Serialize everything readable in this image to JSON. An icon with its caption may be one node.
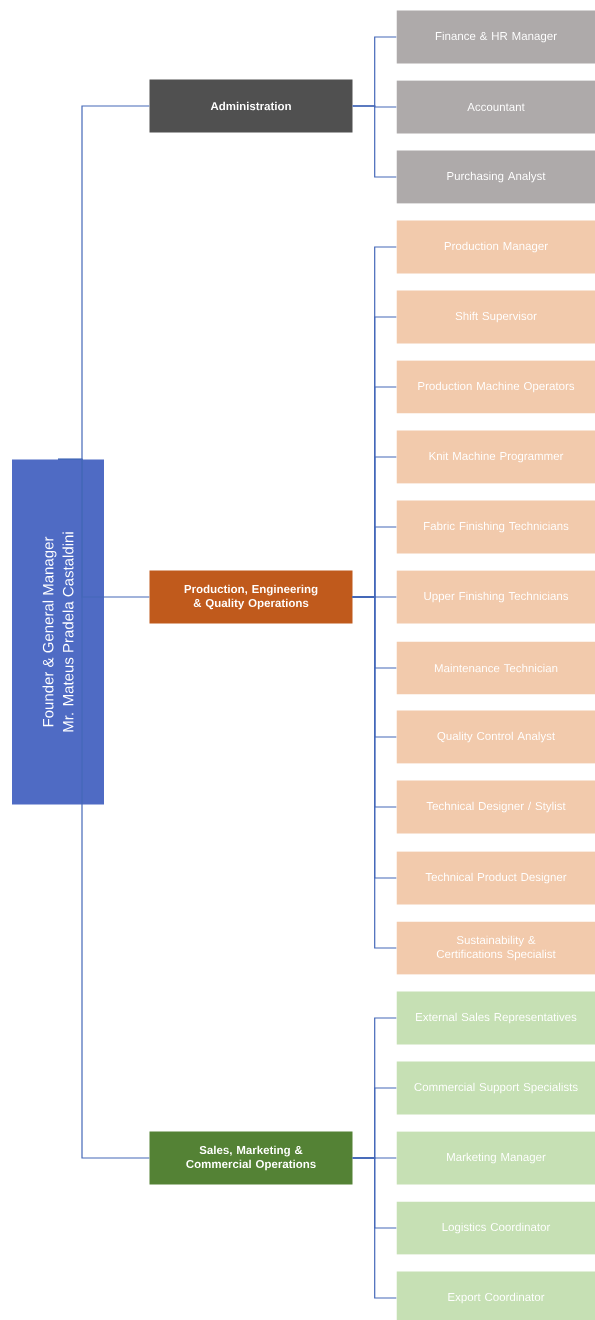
{
  "diagram": {
    "nodes": [
      {
        "text": [
          "Founder & General Manager",
          "Mr. Mateus Pradela Castaldini"
        ]
      },
      {
        "text": [
          "Administration"
        ]
      },
      {
        "text": [
          "Finance & HR Manager"
        ]
      },
      {
        "text": [
          "Accountant"
        ]
      },
      {
        "text": [
          "Purchasing Analyst"
        ]
      },
      {
        "text": [
          "Production, Engineering & Quality Operations"
        ]
      },
      {
        "text": [
          "Production Manager"
        ]
      },
      {
        "text": [
          "Shift Supervisor"
        ]
      },
      {
        "text": [
          "Production Machine Operators"
        ]
      },
      {
        "text": [
          "Knit Machine Programmer"
        ]
      },
      {
        "text": [
          "Fabric Finishing Technicians"
        ]
      },
      {
        "text": [
          "Upper Finishing Technicians"
        ]
      },
      {
        "text": [
          "Maintenance Technician"
        ]
      },
      {
        "text": [
          "Quality Control Analyst"
        ]
      },
      {
        "text": [
          "Technical Designer / Stylist"
        ]
      },
      {
        "text": [
          "Technical Product Designer"
        ]
      },
      {
        "text": [
          "Sustainability & Certifications Specialist"
        ]
      },
      {
        "text": [
          "Sales, Marketing & Commercial Operations"
        ]
      },
      {
        "text": [
          "External Sales Representatives"
        ]
      },
      {
        "text": [
          "Commercial Support Specialists"
        ]
      },
      {
        "text": [
          "Marketing Manager"
        ]
      },
      {
        "text": [
          "Logistics Coordinator"
        ]
      },
      {
        "text": [
          "Export Coordinator"
        ]
      }
    ],
    "edges": [
      {
        "from": 0,
        "to": 1,
        "arrow": "none"
      },
      {
        "from": 0,
        "to": 5,
        "arrow": "none"
      },
      {
        "from": 0,
        "to": 17,
        "arrow": "none"
      },
      {
        "from": 1,
        "to": 2,
        "arrow": "none"
      },
      {
        "from": 1,
        "to": 3,
        "arrow": "none"
      },
      {
        "from": 1,
        "to": 4,
        "arrow": "none"
      },
      {
        "from": 5,
        "to": 6,
        "arrow": "none"
      },
      {
        "from": 5,
        "to": 7,
        "arrow": "none"
      },
      {
        "from": 5,
        "to": 8,
        "arrow": "none"
      },
      {
        "from": 5,
        "to": 9,
        "arrow": "none"
      },
      {
        "from": 5,
        "to": 10,
        "arrow": "none"
      },
      {
        "from": 5,
        "to": 11,
        "arrow": "none"
      },
      {
        "from": 5,
        "to": 12,
        "arrow": "none"
      },
      {
        "from": 5,
        "to": 13,
        "arrow": "none"
      },
      {
        "from": 5,
        "to": 14,
        "arrow": "none"
      },
      {
        "from": 5,
        "to": 15,
        "arrow": "none"
      },
      {
        "from": 5,
        "to": 16,
        "arrow": "none"
      },
      {
        "from": 17,
        "to": 18,
        "arrow": "none"
      },
      {
        "from": 17,
        "to": 19,
        "arrow": "none"
      },
      {
        "from": 17,
        "to": 20,
        "arrow": "none"
      },
      {
        "from": 17,
        "to": 21,
        "arrow": "none"
      },
      {
        "from": 17,
        "to": 22,
        "arrow": "none"
      }
    ]
  }
}
